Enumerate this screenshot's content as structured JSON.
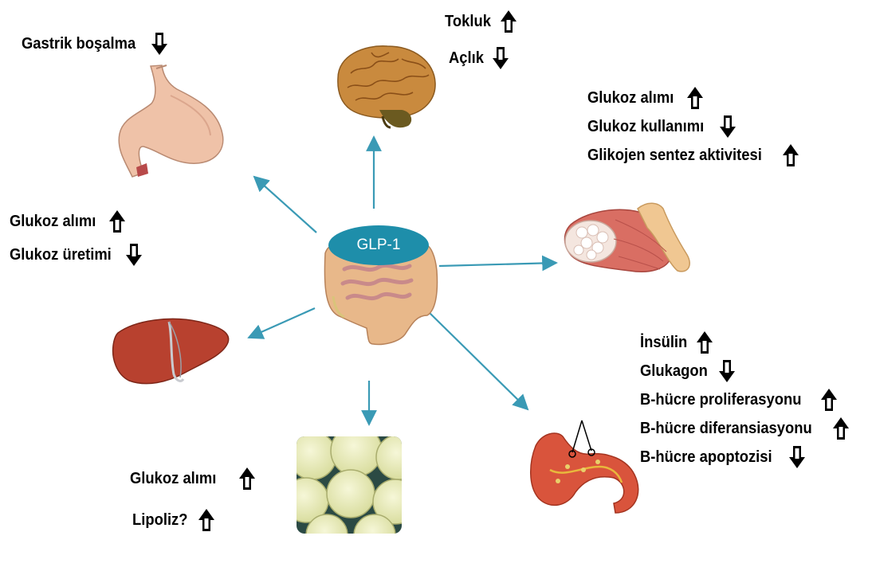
{
  "center": {
    "label": "GLP-1"
  },
  "organs": {
    "stomach": {
      "icon": "stomach-icon",
      "effects": [
        {
          "text": "Gastrik boşalma",
          "direction": "down"
        }
      ]
    },
    "brain": {
      "icon": "brain-icon",
      "effects": [
        {
          "text": "Tokluk",
          "direction": "up"
        },
        {
          "text": "Açlık",
          "direction": "down"
        }
      ]
    },
    "muscle": {
      "icon": "muscle-icon",
      "effects": [
        {
          "text": "Glukoz alımı",
          "direction": "up"
        },
        {
          "text": "Glukoz kullanımı",
          "direction": "down"
        },
        {
          "text": "Glikojen sentez aktivitesi",
          "direction": "up"
        }
      ]
    },
    "liver": {
      "icon": "liver-icon",
      "effects": [
        {
          "text": "Glukoz alımı",
          "direction": "up"
        },
        {
          "text": "Glukoz üretimi",
          "direction": "down"
        }
      ]
    },
    "pancreas": {
      "icon": "pancreas-icon",
      "effects": [
        {
          "text": "İnsülin",
          "direction": "up"
        },
        {
          "text": "Glukagon",
          "direction": "down"
        },
        {
          "text": "B-hücre proliferasyonu",
          "direction": "up"
        },
        {
          "text": "B-hücre diferansiasyonu",
          "direction": "up"
        },
        {
          "text": "B-hücre apoptozisi",
          "direction": "down"
        }
      ]
    },
    "adipose": {
      "icon": "adipose-tissue-icon",
      "effects": [
        {
          "text": "Glukoz alımı",
          "direction": "up"
        },
        {
          "text": "Lipoliz?",
          "direction": "up"
        }
      ]
    }
  },
  "colors": {
    "connector": "#3a9ab5",
    "glp_ellipse": "#1e8eaa",
    "text": "#000000"
  }
}
